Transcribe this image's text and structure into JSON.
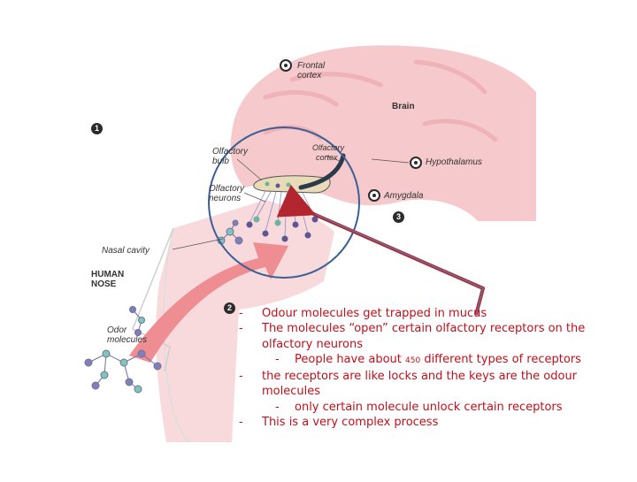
{
  "diagram": {
    "steps": [
      "1",
      "2",
      "3"
    ],
    "labels": {
      "frontal_cortex": [
        "Frontal",
        "cortex"
      ],
      "brain": "Brain",
      "olfactory_bulb": [
        "Olfactory",
        "bulb"
      ],
      "olfactory_cortex": [
        "Olfactory",
        "cortex"
      ],
      "hypothalamus": "Hypothalamus",
      "olfactory_neurons": [
        "Olfactory",
        "neurons"
      ],
      "amygdala": "Amygdala",
      "nasal_cavity": "Nasal cavity",
      "human_nose": [
        "HUMAN",
        "NOSE"
      ],
      "odor_molecules": [
        "Odor",
        "molecules"
      ]
    },
    "colors": {
      "brain_tissue": "#f6c9cc",
      "airflow_arrow": "#ef8e92",
      "magnifier_ring": "#3c5f95",
      "pointer_arrow": "#b2272f",
      "notes_text": "#c0101a"
    }
  },
  "notes": {
    "bullet": "-",
    "items": [
      {
        "text": "Odour molecules get trapped in mucus"
      },
      {
        "text": "The molecules “open” certain olfactory receptors on the olfactory neurons"
      },
      {
        "sub": true,
        "pre": "People have about ",
        "num": "450",
        "post": " different types of receptors"
      },
      {
        "text": "the receptors are like locks and the keys are the odour molecules"
      },
      {
        "sub": true,
        "text": "only certain molecule unlock certain receptors"
      },
      {
        "text": "This is a very complex process"
      }
    ]
  }
}
